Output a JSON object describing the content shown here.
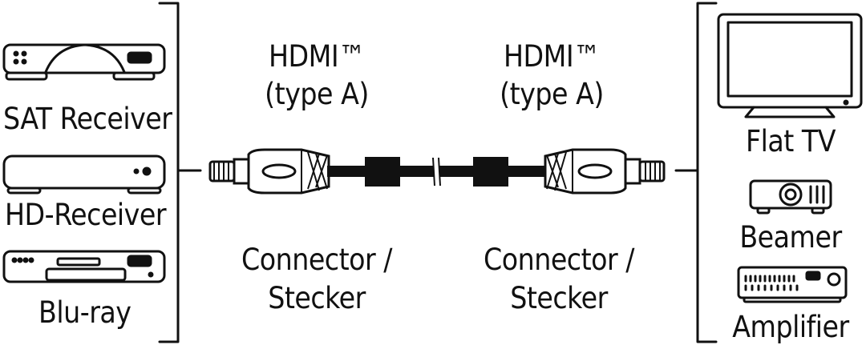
{
  "left_devices": [
    {
      "label": "SAT Receiver",
      "icon": "sat-receiver-icon"
    },
    {
      "label": "HD-Receiver",
      "icon": "hd-receiver-icon"
    },
    {
      "label": "Blu-ray",
      "icon": "bluray-player-icon"
    }
  ],
  "right_devices": [
    {
      "label": "Flat TV",
      "icon": "flat-tv-icon"
    },
    {
      "label": "Beamer",
      "icon": "beamer-icon"
    },
    {
      "label": "Amplifier",
      "icon": "amplifier-icon"
    }
  ],
  "connector_left": {
    "type_line1": "HDMI™",
    "type_line2": "(type A)",
    "name_line1": "Connector /",
    "name_line2": "Stecker"
  },
  "connector_right": {
    "type_line1": "HDMI™",
    "type_line2": "(type A)",
    "name_line1": "Connector /",
    "name_line2": "Stecker"
  }
}
